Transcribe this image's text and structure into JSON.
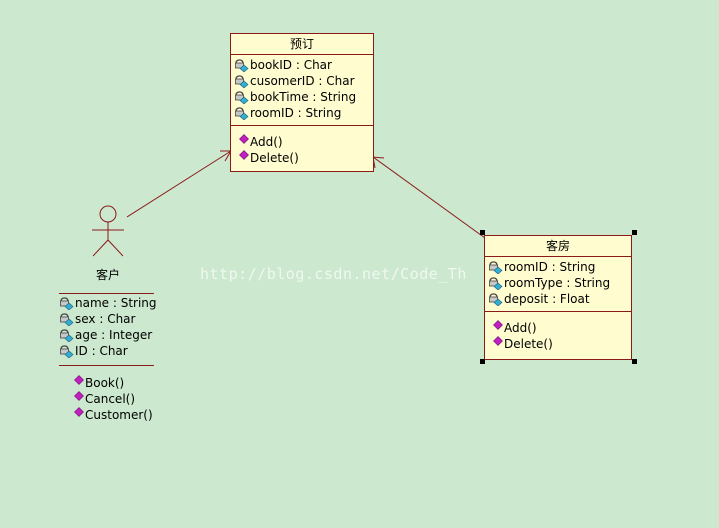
{
  "watermark": "http://blog.csdn.net/Code_Th",
  "classes": {
    "booking": {
      "name": "预订",
      "attributes": [
        "bookID : Char",
        "cusomerID : Char",
        "bookTime : String",
        "roomID : String"
      ],
      "operations": [
        "Add()",
        "Delete()"
      ]
    },
    "room": {
      "name": "客房",
      "attributes": [
        "roomID : String",
        "roomType : String",
        "deposit : Float"
      ],
      "operations": [
        "Add()",
        "Delete()"
      ]
    }
  },
  "actor": {
    "name": "客户",
    "attributes": [
      "name : String",
      "sex : Char",
      "age : Integer",
      "ID : Char"
    ],
    "operations": [
      "Book()",
      "Cancel()",
      "Customer()"
    ]
  },
  "colors": {
    "background": "#cce8cf",
    "class_fill": "#fffcd0",
    "border": "#8b1a1a",
    "operation_icon": "#c020c0",
    "attribute_icon": "#30b0d0"
  }
}
